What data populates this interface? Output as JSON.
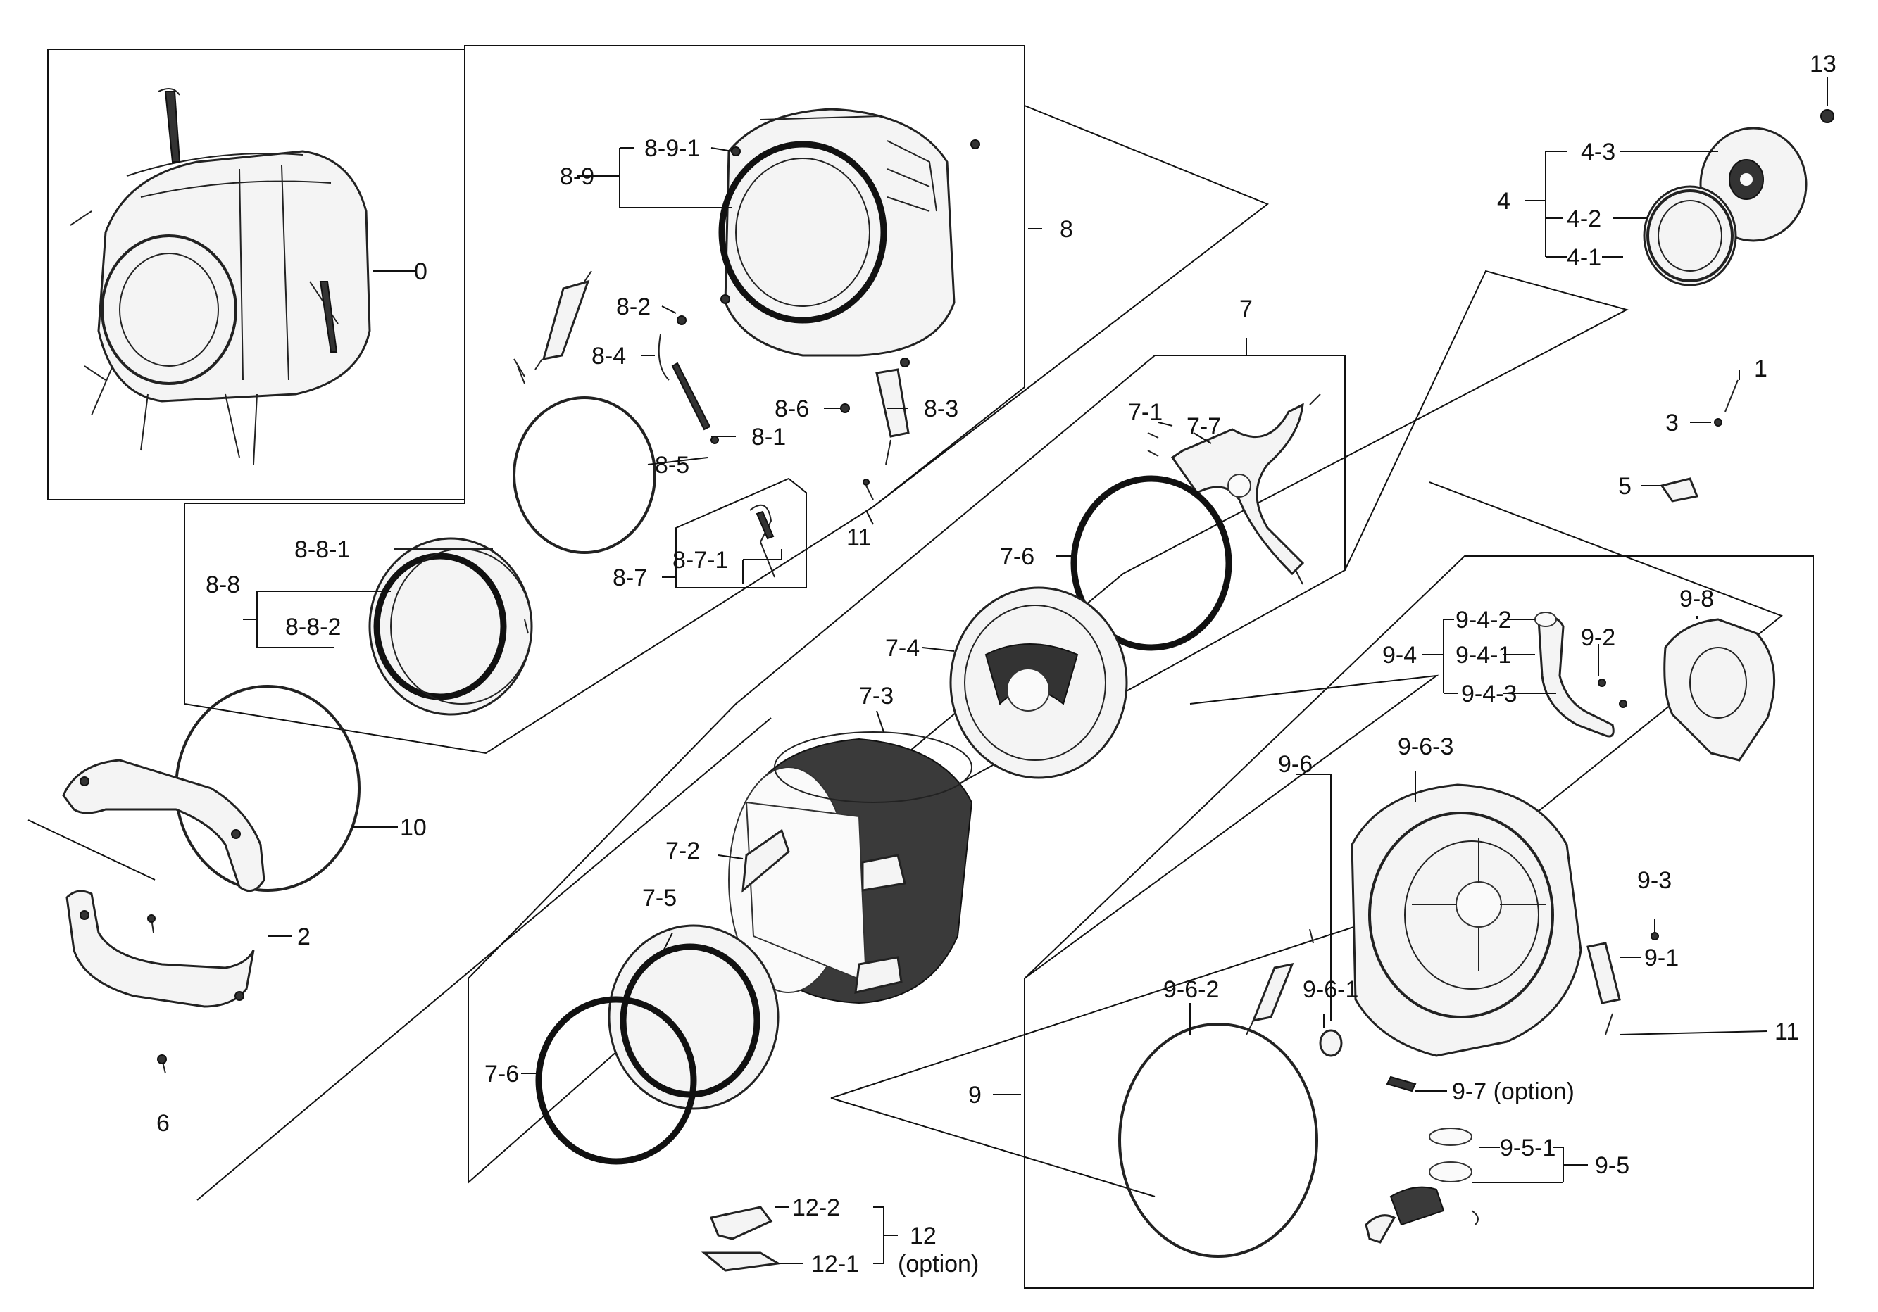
{
  "labels": {
    "p0": "0",
    "p1": "1",
    "p2": "2",
    "p3": "3",
    "p4": "4",
    "p4_1": "4-1",
    "p4_2": "4-2",
    "p4_3": "4-3",
    "p5": "5",
    "p6": "6",
    "p7": "7",
    "p7_1": "7-1",
    "p7_2": "7-2",
    "p7_3": "7-3",
    "p7_4": "7-4",
    "p7_5": "7-5",
    "p7_6a": "7-6",
    "p7_6b": "7-6",
    "p7_7": "7-7",
    "p8": "8",
    "p8_1": "8-1",
    "p8_2": "8-2",
    "p8_3": "8-3",
    "p8_4": "8-4",
    "p8_5": "8-5",
    "p8_6": "8-6",
    "p8_7": "8-7",
    "p8_7_1": "8-7-1",
    "p8_8": "8-8",
    "p8_8_1": "8-8-1",
    "p8_8_2": "8-8-2",
    "p8_9": "8-9",
    "p8_9_1": "8-9-1",
    "p9": "9",
    "p9_1": "9-1",
    "p9_2": "9-2",
    "p9_3": "9-3",
    "p9_4": "9-4",
    "p9_4_1": "9-4-1",
    "p9_4_2": "9-4-2",
    "p9_4_3": "9-4-3",
    "p9_5": "9-5",
    "p9_5_1": "9-5-1",
    "p9_6": "9-6",
    "p9_6_1": "9-6-1",
    "p9_6_2": "9-6-2",
    "p9_6_3": "9-6-3",
    "p9_7": "9-7 (option)",
    "p9_8": "9-8",
    "p10": "10",
    "p11a": "11",
    "p11b": "11",
    "p12": "12",
    "p12_option": "(option)",
    "p12_1": "12-1",
    "p12_2": "12-2",
    "p13": "13"
  }
}
